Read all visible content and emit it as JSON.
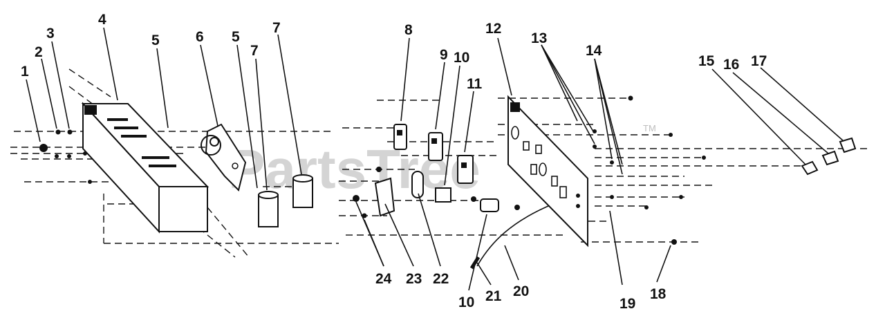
{
  "watermark": {
    "brand": "PartsTree",
    "trademark": "TM"
  },
  "callouts": [
    "1",
    "2",
    "3",
    "4",
    "5",
    "6",
    "5",
    "7",
    "7",
    "8",
    "9",
    "10",
    "11",
    "12",
    "13",
    "14",
    "15",
    "16",
    "17",
    "18",
    "19",
    "20",
    "21",
    "10",
    "22",
    "23",
    "24"
  ]
}
